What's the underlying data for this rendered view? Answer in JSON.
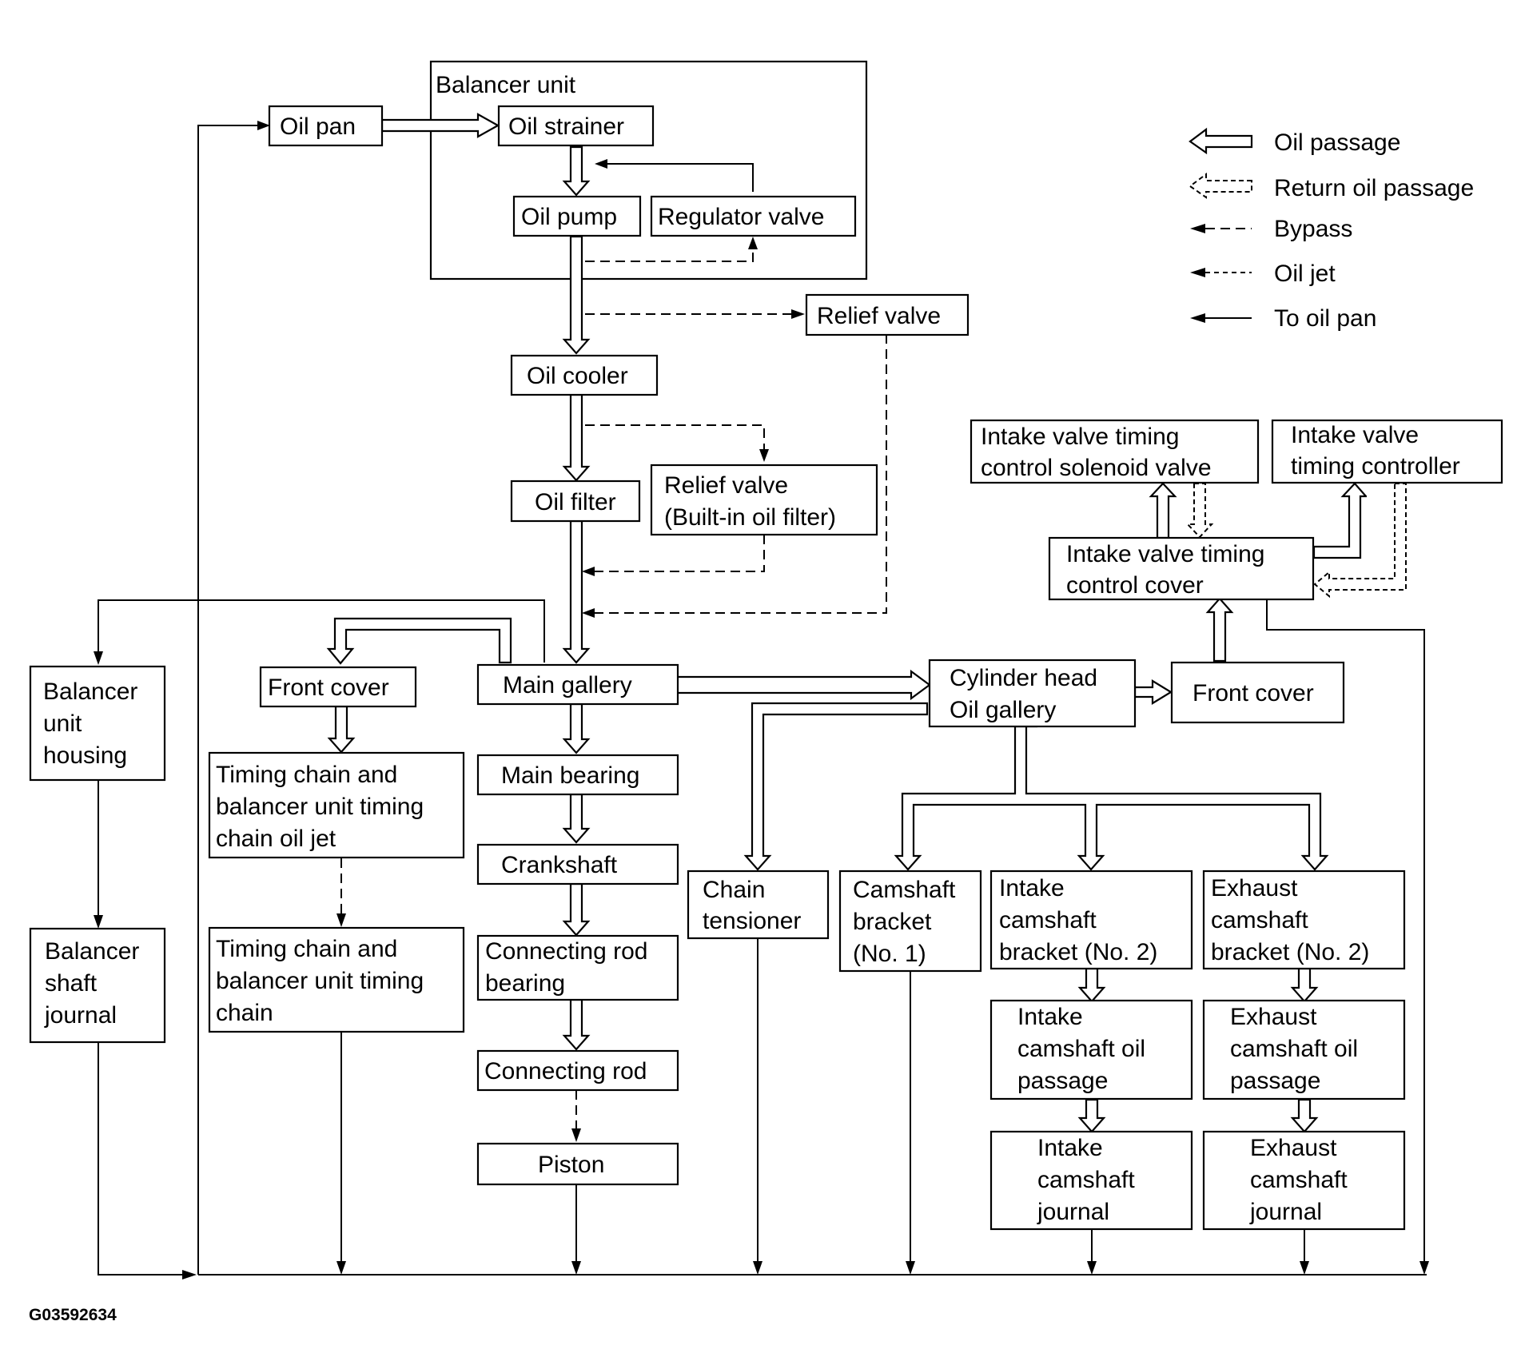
{
  "nodes": {
    "balancer_unit": "Balancer unit",
    "oil_pan": "Oil pan",
    "oil_strainer": "Oil strainer",
    "oil_pump": "Oil pump",
    "regulator_valve": "Regulator valve",
    "relief_valve": "Relief valve",
    "oil_cooler": "Oil cooler",
    "oil_filter": "Oil filter",
    "relief_valve_filter": [
      "Relief valve",
      "(Built-in oil filter)"
    ],
    "main_gallery": "Main gallery",
    "front_cover_left": "Front cover",
    "timing_chain_oil_jet": [
      "Timing chain and",
      "balancer unit timing",
      "chain oil jet"
    ],
    "timing_chain": [
      "Timing chain and",
      "balancer unit timing",
      "chain"
    ],
    "balancer_housing": [
      "Balancer",
      "unit",
      "housing"
    ],
    "balancer_shaft_journal": [
      "Balancer",
      "shaft",
      "journal"
    ],
    "main_bearing": "Main bearing",
    "crankshaft": "Crankshaft",
    "con_rod_bearing": [
      "Connecting rod",
      "bearing"
    ],
    "con_rod": "Connecting rod",
    "piston": "Piston",
    "cyl_head_gallery": [
      "Cylinder head",
      "Oil gallery"
    ],
    "front_cover_right": "Front cover",
    "ivt_solenoid": [
      "Intake valve timing",
      "control solenoid valve"
    ],
    "ivt_controller": [
      "Intake valve",
      "timing controller"
    ],
    "ivt_cover": [
      "Intake valve timing",
      "control cover"
    ],
    "chain_tensioner": [
      "Chain",
      "tensioner"
    ],
    "camshaft_bracket_1": [
      "Camshaft",
      "bracket",
      "(No. 1)"
    ],
    "intake_cam_bracket_2": [
      "Intake",
      "camshaft",
      "bracket (No. 2)"
    ],
    "exhaust_cam_bracket_2": [
      "Exhaust",
      "camshaft",
      "bracket (No. 2)"
    ],
    "intake_cam_oil_passage": [
      "Intake",
      "camshaft oil",
      "passage"
    ],
    "exhaust_cam_oil_passage": [
      "Exhaust",
      "camshaft oil",
      "passage"
    ],
    "intake_cam_journal": [
      "Intake",
      "camshaft",
      "journal"
    ],
    "exhaust_cam_journal": [
      "Exhaust",
      "camshaft",
      "journal"
    ]
  },
  "legend": {
    "oil_passage": "Oil passage",
    "return_oil_passage": "Return oil passage",
    "bypass": "Bypass",
    "oil_jet": "Oil jet",
    "to_oil_pan": "To oil pan"
  },
  "figure_id": "G03592634"
}
